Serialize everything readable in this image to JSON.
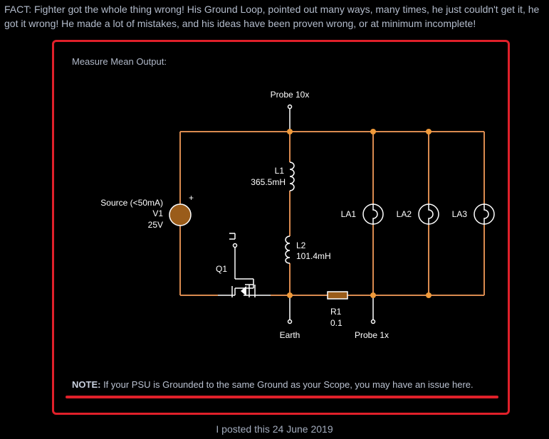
{
  "intro_text": "FACT: Fighter got the whole thing wrong! His Ground Loop, pointed out many ways, many times, he just couldn't get it, he got it wrong! He made a lot of mistakes, and his ideas have been proven wrong, or at minimum incomplete!",
  "caption": "Measure Mean Output:",
  "circuit": {
    "probe_10x": "Probe 10x",
    "probe_1x": "Probe 1x",
    "earth": "Earth",
    "source": {
      "line1": "Source (<50mA)",
      "line2": "V1",
      "line3": "25V",
      "polarity": "+"
    },
    "l1": {
      "name": "L1",
      "value": "365.5mH"
    },
    "l2": {
      "name": "L2",
      "value": "101.4mH"
    },
    "q1": "Q1",
    "r1": {
      "name": "R1",
      "value": "0.1"
    },
    "lamps": [
      "LA1",
      "LA2",
      "LA3"
    ],
    "colors": {
      "wire": "#d98a4f",
      "node": "#f09a3a",
      "component": "#ffffff",
      "source_fill": "#9a5c1a",
      "resistor_fill": "#9a5c1a"
    }
  },
  "note": {
    "label": "NOTE:",
    "text": " If your PSU is Grounded to the same Ground as your Scope, you may have an issue here."
  },
  "footer": "I posted this 24 June 2019",
  "accent_color": "#e0202a"
}
